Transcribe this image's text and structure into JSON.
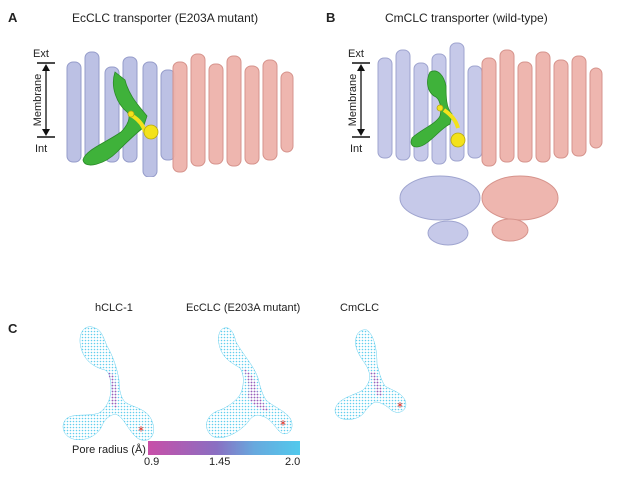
{
  "panels": {
    "a": {
      "letter": "A",
      "title": "EcCLC transporter (E203A mutant)",
      "top_label": "Ext",
      "side_label": "Membrane",
      "bottom_label": "Int"
    },
    "b": {
      "letter": "B",
      "title": "CmCLC transporter (wild-type)",
      "top_label": "Ext",
      "side_label": "Membrane",
      "bottom_label": "Int"
    },
    "c": {
      "letter": "C",
      "titles": [
        "hCLC-1",
        "EcCLC (E203A mutant)",
        "CmCLC"
      ]
    }
  },
  "colorbar": {
    "label": "Pore radius (Å)",
    "ticks": [
      "0.9",
      "1.45",
      "2.0"
    ]
  },
  "colors": {
    "subunit_a": "#b9bee3",
    "subunit_b": "#eeb3ab",
    "tunnel": "#3fb23a",
    "ion": "#f3e21b",
    "pore_min": "#c84fa8",
    "pore_max": "#52c9ec",
    "marker": "#e0261d"
  }
}
